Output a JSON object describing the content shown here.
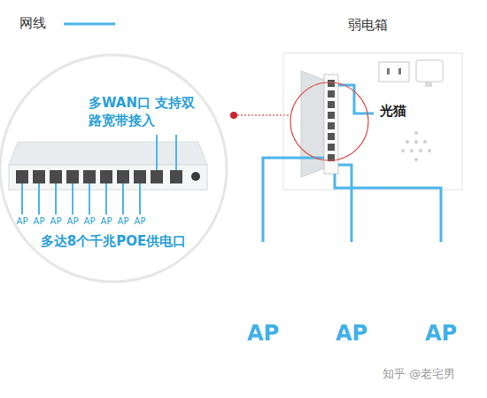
{
  "diagram": {
    "nodes": [
      {
        "text": [
          "多WAN口 支持双路宽带接入",
          "多达8个千兆POE供电口"
        ]
      },
      {
        "text": [
          "弱电箱"
        ]
      },
      {
        "text": [
          "光猫"
        ],
        "in": 1
      },
      {
        "text": [
          "AP"
        ]
      },
      {
        "text": [
          "AP"
        ]
      },
      {
        "text": [
          "AP"
        ]
      }
    ],
    "edges": [
      {
        "from": 1,
        "to": 3,
        "arrow": "none"
      },
      {
        "from": 1,
        "to": 4,
        "arrow": "none"
      },
      {
        "from": 1,
        "to": 5,
        "arrow": "none"
      }
    ],
    "labels": [
      "AP",
      "AP",
      "AP",
      "AP",
      "AP",
      "AP",
      "AP",
      "AP",
      "知乎 @老宅男"
    ],
    "legend": [
      {
        "text": "网线"
      }
    ]
  }
}
